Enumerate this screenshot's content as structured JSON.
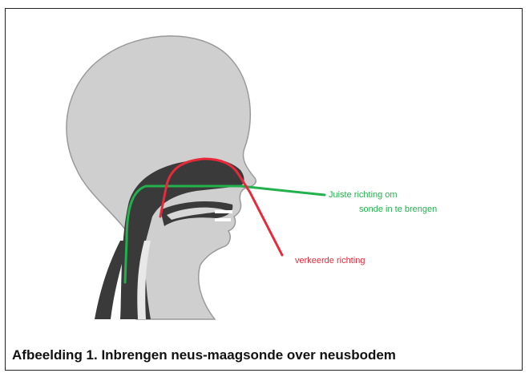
{
  "figure": {
    "caption": "Afbeelding 1. Inbrengen neus-maagsonde over neusbodem",
    "labels": {
      "correct_direction_line1": "Juiste richting om",
      "correct_direction_line2": "sonde in te brengen",
      "wrong_direction": "verkeerde richting"
    },
    "colors": {
      "head": "#cfcfcf",
      "head_outline": "#9a9a9a",
      "airway": "#3a3a3a",
      "correct_path": "#22b14c",
      "wrong_path": "#e8293a"
    }
  }
}
